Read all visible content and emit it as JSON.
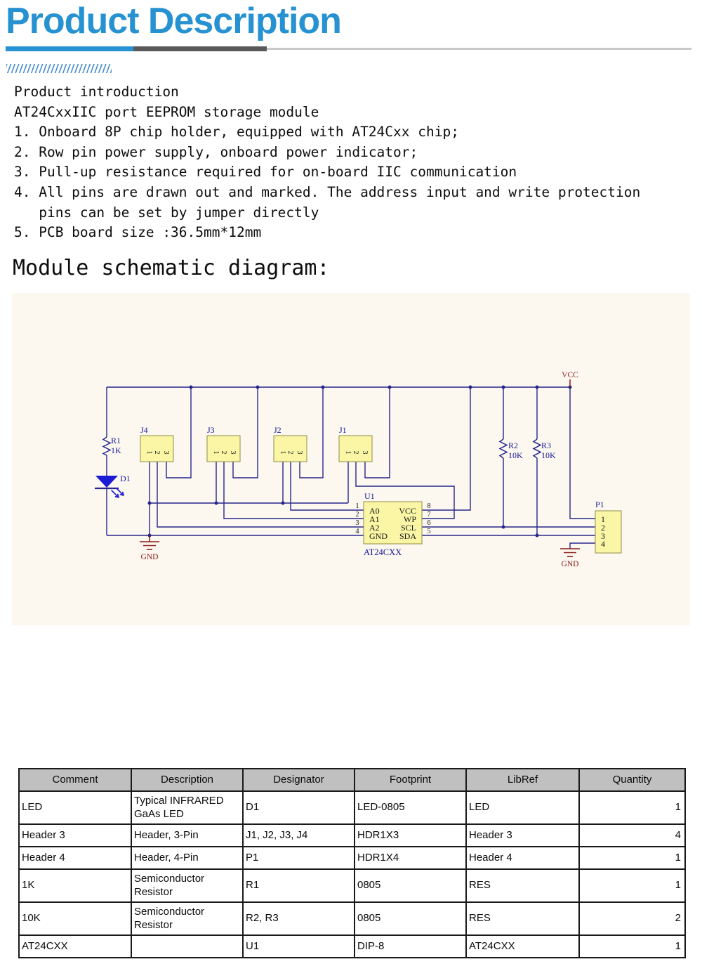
{
  "header": {
    "title": "Product Description"
  },
  "intro": {
    "lines": [
      "Product introduction",
      "AT24CxxIIC port EEPROM storage module",
      "1. Onboard 8P chip holder, equipped with AT24Cxx chip;",
      "2. Row pin power supply, onboard power indicator;",
      "3. Pull-up resistance required for on-board IIC communication",
      "4. All pins are drawn out and marked. The address input and write protection",
      "   pins can be set by jumper directly",
      "5. PCB board size :36.5mm*12mm"
    ]
  },
  "schematic_heading": "Module schematic diagram:",
  "schematic": {
    "power": {
      "vcc": "VCC",
      "gnd_left": "GND",
      "gnd_right": "GND"
    },
    "resistors": {
      "r1": {
        "ref": "R1",
        "value": "1K"
      },
      "r2": {
        "ref": "R2",
        "value": "10K"
      },
      "r3": {
        "ref": "R3",
        "value": "10K"
      }
    },
    "led": {
      "ref": "D1"
    },
    "headers3": {
      "j4": "J4",
      "j3": "J3",
      "j2": "J2",
      "j1": "J1",
      "pins": [
        "1",
        "2",
        "3"
      ]
    },
    "u1": {
      "ref": "U1",
      "part": "AT24CXX",
      "left_pins": [
        {
          "num": "1",
          "name": "A0"
        },
        {
          "num": "2",
          "name": "A1"
        },
        {
          "num": "3",
          "name": "A2"
        },
        {
          "num": "4",
          "name": "GND"
        }
      ],
      "right_pins": [
        {
          "num": "8",
          "name": "VCC"
        },
        {
          "num": "7",
          "name": "WP"
        },
        {
          "num": "6",
          "name": "SCL"
        },
        {
          "num": "5",
          "name": "SDA"
        }
      ]
    },
    "p1": {
      "ref": "P1",
      "pins": [
        "1",
        "2",
        "3",
        "4"
      ]
    }
  },
  "table": {
    "headers": [
      "Comment",
      "Description",
      "Designator",
      "Footprint",
      "LibRef",
      "Quantity"
    ],
    "rows": [
      [
        "LED",
        "Typical INFRARED GaAs LED",
        "D1",
        "LED-0805",
        "LED",
        "1"
      ],
      [
        "Header 3",
        "Header, 3-Pin",
        "J1, J2, J3, J4",
        "HDR1X3",
        "Header 3",
        "4"
      ],
      [
        "Header 4",
        "Header, 4-Pin",
        "P1",
        "HDR1X4",
        "Header 4",
        "1"
      ],
      [
        "1K",
        "Semiconductor Resistor",
        "R1",
        "0805",
        "RES",
        "1"
      ],
      [
        "10K",
        "Semiconductor Resistor",
        "R2, R3",
        "0805",
        "RES",
        "2"
      ],
      [
        "AT24CXX",
        "",
        "U1",
        "DIP-8",
        "AT24CXX",
        "1"
      ]
    ]
  }
}
